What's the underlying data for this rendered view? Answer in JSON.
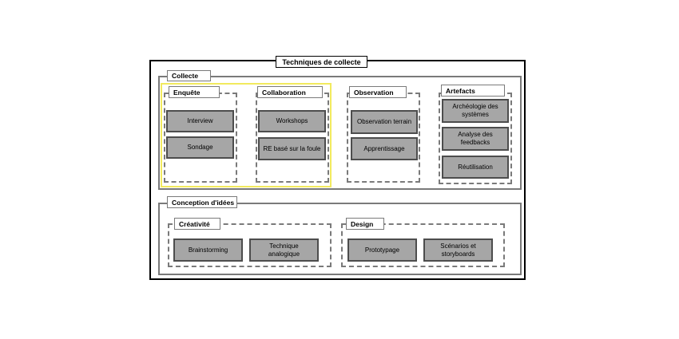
{
  "title": "Techniques de collecte",
  "collecte": {
    "label": "Collecte",
    "groups": {
      "enquete": {
        "label": "Enquête",
        "items": [
          "Interview",
          "Sondage"
        ]
      },
      "collaboration": {
        "label": "Collaboration",
        "items": [
          "Workshops",
          "RE basé sur la foule"
        ]
      },
      "observation": {
        "label": "Observation",
        "items": [
          "Observation terrain",
          "Apprentissage"
        ]
      },
      "artefacts": {
        "label": "Artefacts",
        "items": [
          "Archéologie des systèmes",
          "Analyse des feedbacks",
          "Réutilisation"
        ]
      }
    }
  },
  "conception": {
    "label": "Conception d'idées",
    "groups": {
      "creativite": {
        "label": "Créativité",
        "items": [
          "Brainstorming",
          "Technique analogique"
        ]
      },
      "design": {
        "label": "Design",
        "items": [
          "Prototypage",
          "Scénarios et storyboards"
        ]
      }
    }
  },
  "colors": {
    "highlight": "#f2ea5e",
    "item_fill": "#a6a6a6",
    "item_border": "#4d4d4d",
    "section_border": "#7a7a7a"
  }
}
